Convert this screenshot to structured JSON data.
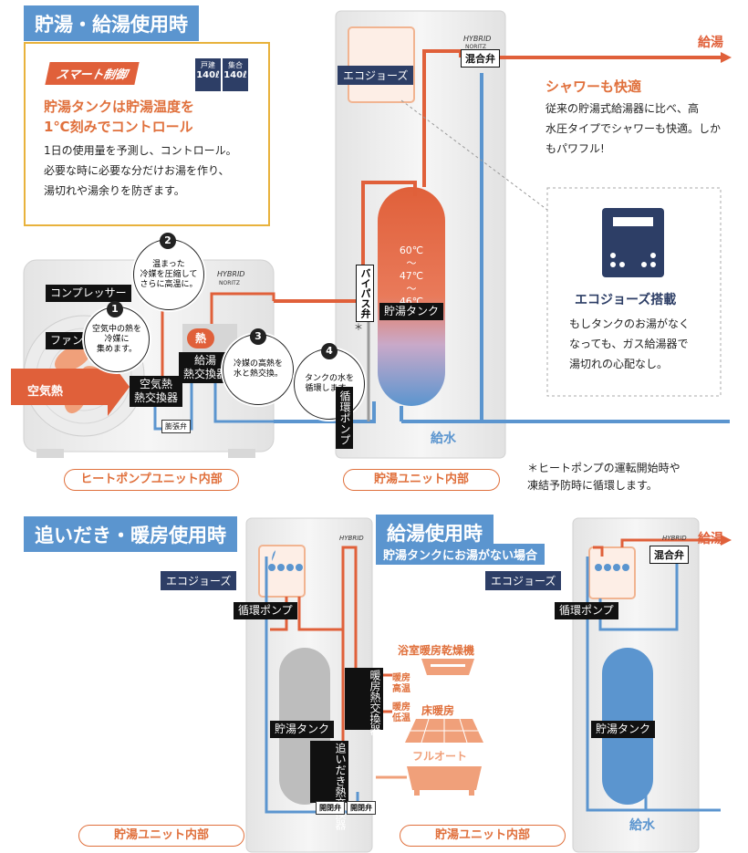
{
  "top": {
    "title": "貯湯・給湯使用時",
    "smart": {
      "badge": "スマート制御",
      "tag1_top": "戸建",
      "tag1_bottom": "140ℓ",
      "tag2_top": "集合",
      "tag2_bottom": "140ℓ",
      "heading_line1": "貯湯タンクは貯湯温度を",
      "heading_line2": "1℃刻みでコントロール",
      "body_line1": "1日の使用量を予測し、コントロール。",
      "body_line2": "必要な時に必要な分だけお湯を作り、",
      "body_line3": "湯切れや湯余りを防ぎます。"
    },
    "heat_pump": {
      "logo_main": "HYBRID",
      "logo_sub": "NORITZ",
      "compressor": "コンプレッサー",
      "fan": "ファン",
      "air_heat": "空気熱",
      "air_hx_line1": "空気熱",
      "air_hx_line2": "熱交換器",
      "expansion_valve": "膨張弁",
      "supply_hx_line1": "給湯",
      "supply_hx_line2": "熱交換器",
      "heat": "熱",
      "caption": "ヒートポンプユニット内部"
    },
    "steps": [
      {
        "num": "1",
        "line1": "空気中の熱を",
        "line2": "冷媒に",
        "line3": "集めます。"
      },
      {
        "num": "2",
        "line1": "温まった",
        "line2": "冷媒を圧縮して",
        "line3": "さらに高温に。"
      },
      {
        "num": "3",
        "line1": "冷媒の高熱を",
        "line2": "水と熱交換。",
        "line3": ""
      },
      {
        "num": "4",
        "line1": "タンクの水を",
        "line2": "循環します。",
        "line3": ""
      }
    ],
    "storage": {
      "logo_main": "HYBRID",
      "logo_sub": "NORITZ",
      "eco_label": "エコジョーズ",
      "mix_valve": "混合弁",
      "bypass": "バイパス弁",
      "asterisk": "＊",
      "tank": "貯湯タンク",
      "temp1": "60℃",
      "tilde1": "〜",
      "temp2": "47℃",
      "tilde2": "〜",
      "temp3": "46℃",
      "pump": "循環ポンプ",
      "water_in": "給水",
      "hot_out": "給湯",
      "caption": "貯湯ユニット内部"
    },
    "shower": {
      "title": "シャワーも快適",
      "body_line1": "従来の貯湯式給湯器に比べ、高",
      "body_line2": "水圧タイプでシャワーも快適。しか",
      "body_line3": "もパワフル!"
    },
    "eco": {
      "title": "エコジョーズ搭載",
      "body_line1": "もしタンクのお湯がなく",
      "body_line2": "なっても、ガス給湯器で",
      "body_line3": "湯切れの心配なし。"
    },
    "note_line1": "＊ヒートポンプの運転開始時や",
    "note_line2": "凍結予防時に循環します。"
  },
  "bottom_left": {
    "title": "追いだき・暖房使用時",
    "logo_main": "HYBRID",
    "eco_label": "エコジョーズ",
    "pump": "循環ポンプ",
    "tank": "貯湯タンク",
    "heating_hx": "暖房熱交換器",
    "reheat_hx": "追いだき熱交換器",
    "valve1": "開閉弁",
    "valve2": "開閉弁",
    "bath_dryer": "浴室暖房乾燥機",
    "heating_high": "暖房高温",
    "heating_low": "暖房低温",
    "floor_heating": "床暖房",
    "full_auto": "フルオート",
    "caption": "貯湯ユニット内部"
  },
  "bottom_right": {
    "title": "給湯使用時",
    "subtitle": "貯湯タンクにお湯がない場合",
    "logo_main": "HYBRID",
    "eco_label": "エコジョーズ",
    "mix_valve": "混合弁",
    "hot_out": "給湯",
    "pump": "循環ポンプ",
    "tank": "貯湯タンク",
    "water_in": "給水",
    "caption": "貯湯ユニット内部"
  },
  "colors": {
    "hot": "#e0603a",
    "cold": "#5b95cf",
    "navy": "#2d3e66",
    "title_bg": "#5b95cf",
    "gold_border": "#e8b23c"
  }
}
